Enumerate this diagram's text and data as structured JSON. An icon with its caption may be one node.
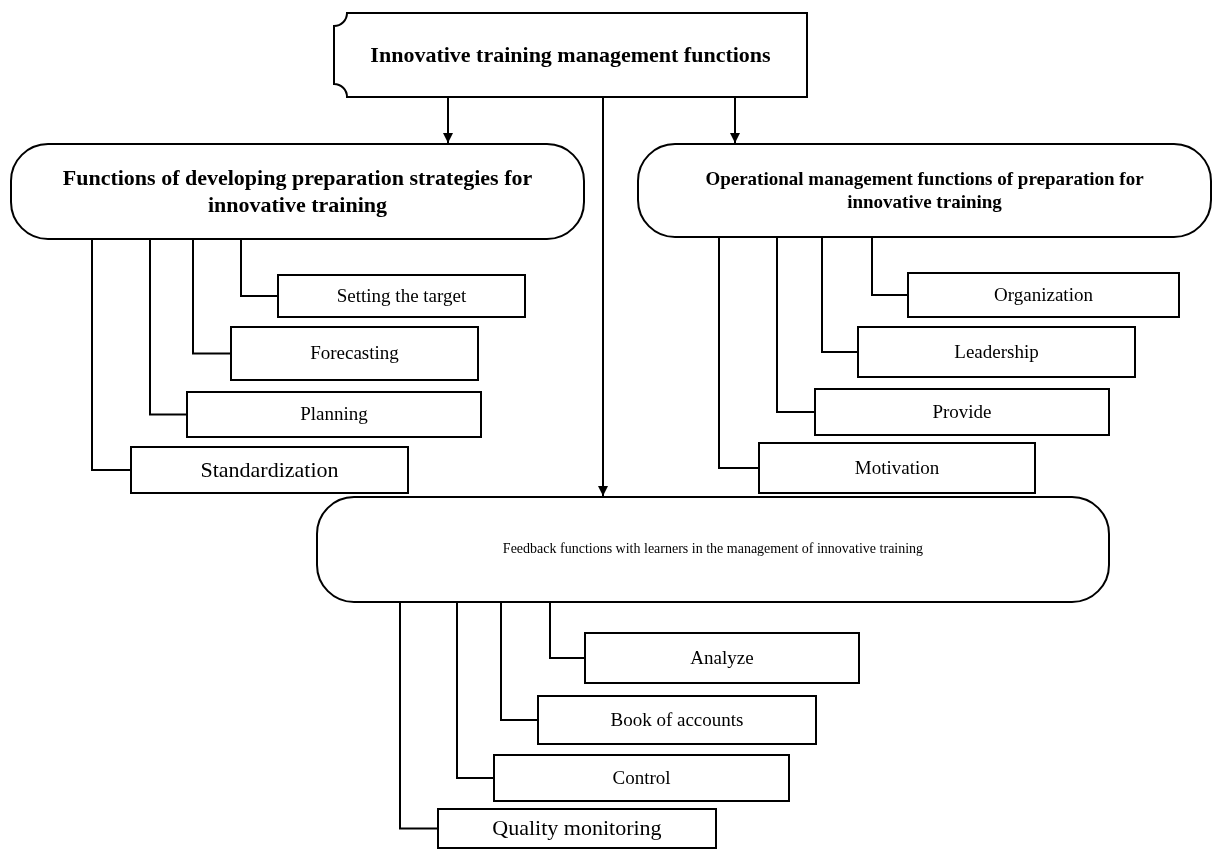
{
  "diagram": {
    "nodes": [
      {
        "text": [
          "Innovative training management functions"
        ]
      },
      {
        "text": [
          "Functions of developing preparation strategies for innovative training"
        ]
      },
      {
        "text": [
          "Operational management functions of preparation for innovative training"
        ]
      },
      {
        "text": [
          "Setting the target"
        ]
      },
      {
        "text": [
          "Forecasting"
        ]
      },
      {
        "text": [
          "Planning"
        ]
      },
      {
        "text": [
          "Standardization"
        ]
      },
      {
        "text": [
          "Organization"
        ]
      },
      {
        "text": [
          "Leadership"
        ]
      },
      {
        "text": [
          "Provide"
        ]
      },
      {
        "text": [
          "Motivation"
        ]
      },
      {
        "text": [
          "Feedback functions with learners in the management of innovative training"
        ]
      },
      {
        "text": [
          "Analyze"
        ]
      },
      {
        "text": [
          "Book of accounts"
        ]
      },
      {
        "text": [
          "Control"
        ]
      },
      {
        "text": [
          "Quality monitoring"
        ]
      }
    ],
    "edges": [
      {
        "from": 0,
        "to": 1,
        "arrow": "to"
      },
      {
        "from": 0,
        "to": 11,
        "arrow": "to"
      },
      {
        "from": 0,
        "to": 2,
        "arrow": "to"
      },
      {
        "from": 1,
        "to": 3,
        "arrow": "none"
      },
      {
        "from": 1,
        "to": 4,
        "arrow": "none"
      },
      {
        "from": 1,
        "to": 5,
        "arrow": "none"
      },
      {
        "from": 1,
        "to": 6,
        "arrow": "none"
      },
      {
        "from": 2,
        "to": 7,
        "arrow": "none"
      },
      {
        "from": 2,
        "to": 8,
        "arrow": "none"
      },
      {
        "from": 2,
        "to": 9,
        "arrow": "none"
      },
      {
        "from": 2,
        "to": 10,
        "arrow": "none"
      },
      {
        "from": 11,
        "to": 12,
        "arrow": "none"
      },
      {
        "from": 11,
        "to": 13,
        "arrow": "none"
      },
      {
        "from": 11,
        "to": 14,
        "arrow": "none"
      },
      {
        "from": 11,
        "to": 15,
        "arrow": "none"
      }
    ]
  }
}
